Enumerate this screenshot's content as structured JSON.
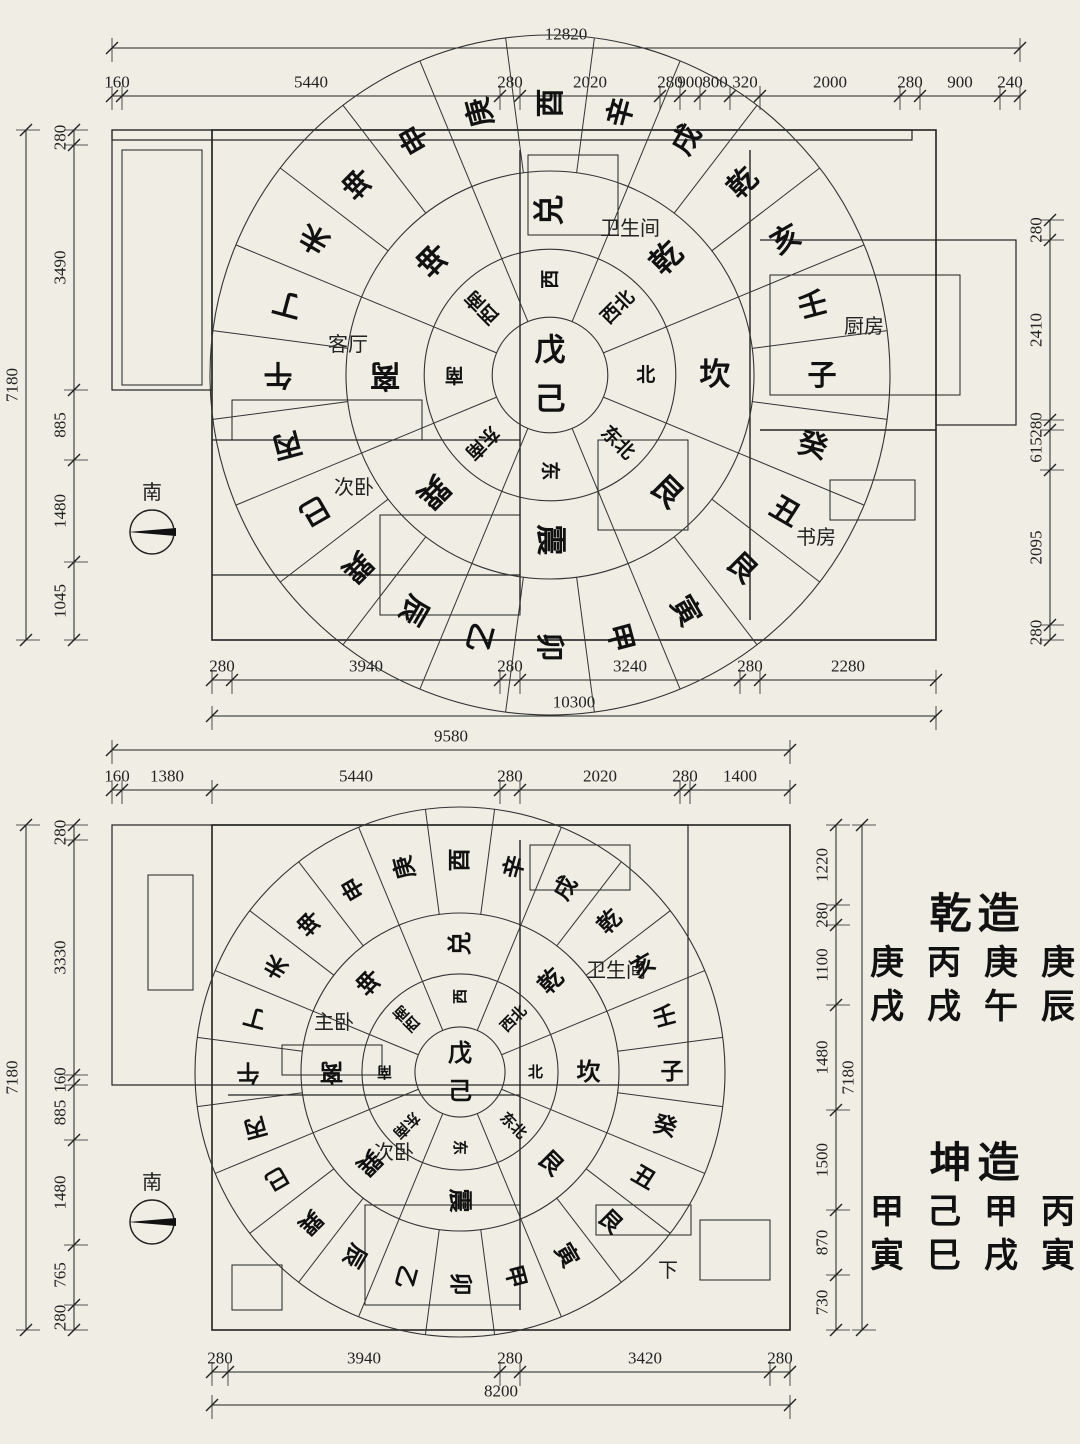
{
  "plan_upper": {
    "dims_top_total": "12820",
    "dims_top": [
      "160",
      "5440",
      "280",
      "2020",
      "280",
      "900",
      "800",
      "320",
      "2000",
      "280",
      "900",
      "240"
    ],
    "dims_left_total": "7180",
    "dims_left": [
      "280",
      "3490",
      "885",
      "1480",
      "1045"
    ],
    "dims_right": [
      "280",
      "2410",
      "280",
      "615",
      "2095",
      "280"
    ],
    "dims_bottom": [
      "280",
      "3940",
      "280",
      "3240",
      "280",
      "2280"
    ],
    "dims_bottom_total": "10300",
    "rooms": [
      "卫生间",
      "客厅",
      "厨房",
      "次卧",
      "书房"
    ],
    "south_label": "南"
  },
  "plan_lower": {
    "dims_top_total": "9580",
    "dims_top": [
      "160",
      "1380",
      "5440",
      "280",
      "2020",
      "280",
      "1400"
    ],
    "dims_left_total": "7180",
    "dims_left": [
      "280",
      "3330",
      "160",
      "885",
      "1480",
      "765",
      "280"
    ],
    "dims_right_total": "7180",
    "dims_right": [
      "1220",
      "280",
      "1100",
      "1480",
      "1500",
      "870",
      "730"
    ],
    "dims_bottom": [
      "280",
      "3940",
      "280",
      "3420",
      "280"
    ],
    "dims_bottom_total": "8200",
    "rooms": [
      "卫生间",
      "主卧",
      "次卧",
      "下"
    ],
    "south_label": "南"
  },
  "compass": {
    "mountains": [
      "子",
      "癸",
      "丑",
      "艮",
      "寅",
      "甲",
      "卯",
      "乙",
      "辰",
      "巽",
      "巳",
      "丙",
      "午",
      "丁",
      "未",
      "坤",
      "申",
      "庚",
      "酉",
      "辛",
      "戌",
      "乾",
      "亥",
      "壬"
    ],
    "trigrams": [
      "坎",
      "艮",
      "震",
      "巽",
      "离",
      "坤",
      "兑",
      "乾"
    ],
    "directions": [
      "北",
      "东北",
      "东",
      "东南",
      "南",
      "西南",
      "西",
      "西北"
    ],
    "center": [
      "戊",
      "己"
    ]
  },
  "bazi": {
    "male_title": "乾造",
    "male_stems": [
      "庚",
      "丙",
      "庚",
      "庚"
    ],
    "male_branches": [
      "戌",
      "戌",
      "午",
      "辰"
    ],
    "female_title": "坤造",
    "female_stems": [
      "甲",
      "己",
      "甲",
      "丙"
    ],
    "female_branches": [
      "寅",
      "巳",
      "戌",
      "寅"
    ]
  }
}
